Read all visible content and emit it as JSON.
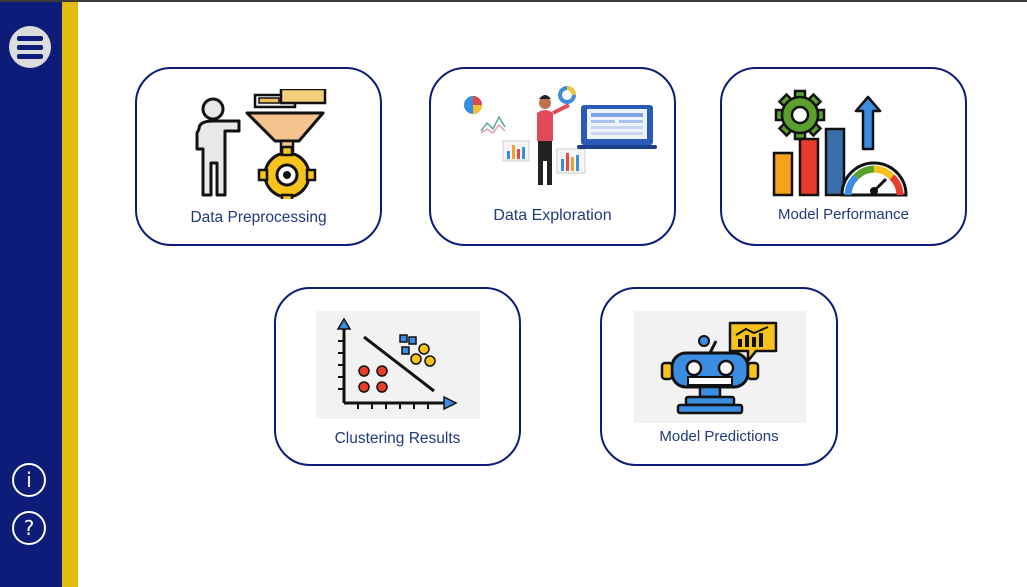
{
  "sidebar": {
    "menu_icon": "hamburger-menu-icon",
    "info_icon": "info-icon",
    "help_icon": "help-icon",
    "info_glyph": "i",
    "help_glyph": "?"
  },
  "colors": {
    "sidebar": "#0d1c78",
    "accent": "#e2bb0e",
    "card_border": "#0d1c78",
    "label_text": "#1f3a7a"
  },
  "cards": [
    {
      "label": "Data Preprocessing",
      "icon": "preprocessing-funnel-gear-icon"
    },
    {
      "label": "Data Exploration",
      "icon": "data-exploration-illustration"
    },
    {
      "label": "Model Performance",
      "icon": "performance-chart-gauge-icon"
    },
    {
      "label": "Clustering Results",
      "icon": "cluster-scatter-icon"
    },
    {
      "label": "Model Predictions",
      "icon": "robot-prediction-icon"
    }
  ]
}
